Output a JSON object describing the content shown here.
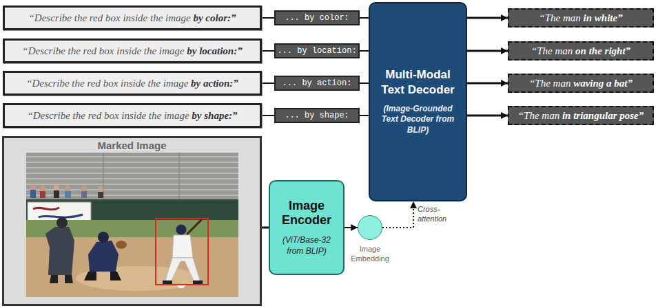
{
  "diagram": {
    "nodes": [
      {
        "text": [
          "“Describe the red box inside the image by color:”"
        ]
      },
      {
        "text": [
          "“Describe the red box inside the image by location:”"
        ]
      },
      {
        "text": [
          "“Describe the red box inside the image by action:”"
        ]
      },
      {
        "text": [
          "“Describe the red box inside the image by shape:”"
        ]
      },
      {
        "text": [
          "... by color:"
        ]
      },
      {
        "text": [
          "... by location:"
        ]
      },
      {
        "text": [
          "... by action:"
        ]
      },
      {
        "text": [
          "... by shape:"
        ]
      },
      {
        "text": [
          "Multi-Modal Text Decoder",
          "(Image-Grounded Text Decoder from BLIP)"
        ]
      },
      {
        "text": [
          "“The man in white”"
        ]
      },
      {
        "text": [
          "“The man on the right”"
        ]
      },
      {
        "text": [
          "“The man waving a bat”"
        ]
      },
      {
        "text": [
          "“The man in triangular pose”"
        ]
      },
      {
        "text": [
          "Marked Image"
        ]
      },
      {
        "text": [
          "Image Encoder",
          "(ViT/Base-32 from BLIP)"
        ]
      },
      {
        "text": [
          "Image Embedding"
        ]
      }
    ],
    "edges": [
      {
        "from": 0,
        "to": 4,
        "arrow": "none"
      },
      {
        "from": 1,
        "to": 5,
        "arrow": "none"
      },
      {
        "from": 2,
        "to": 6,
        "arrow": "none"
      },
      {
        "from": 3,
        "to": 7,
        "arrow": "none"
      },
      {
        "from": 4,
        "to": 8,
        "arrow": "none"
      },
      {
        "from": 5,
        "to": 8,
        "arrow": "none"
      },
      {
        "from": 6,
        "to": 8,
        "arrow": "none"
      },
      {
        "from": 7,
        "to": 8,
        "arrow": "none"
      },
      {
        "from": 8,
        "to": 9,
        "arrow": "to"
      },
      {
        "from": 8,
        "to": 10,
        "arrow": "to"
      },
      {
        "from": 8,
        "to": 11,
        "arrow": "to"
      },
      {
        "from": 8,
        "to": 12,
        "arrow": "to"
      },
      {
        "from": 13,
        "to": 14,
        "arrow": "none"
      },
      {
        "from": 14,
        "to": 15,
        "arrow": "to"
      },
      {
        "from": 15,
        "to": 8,
        "arrow": "to",
        "label": "Cross-attention"
      }
    ]
  }
}
